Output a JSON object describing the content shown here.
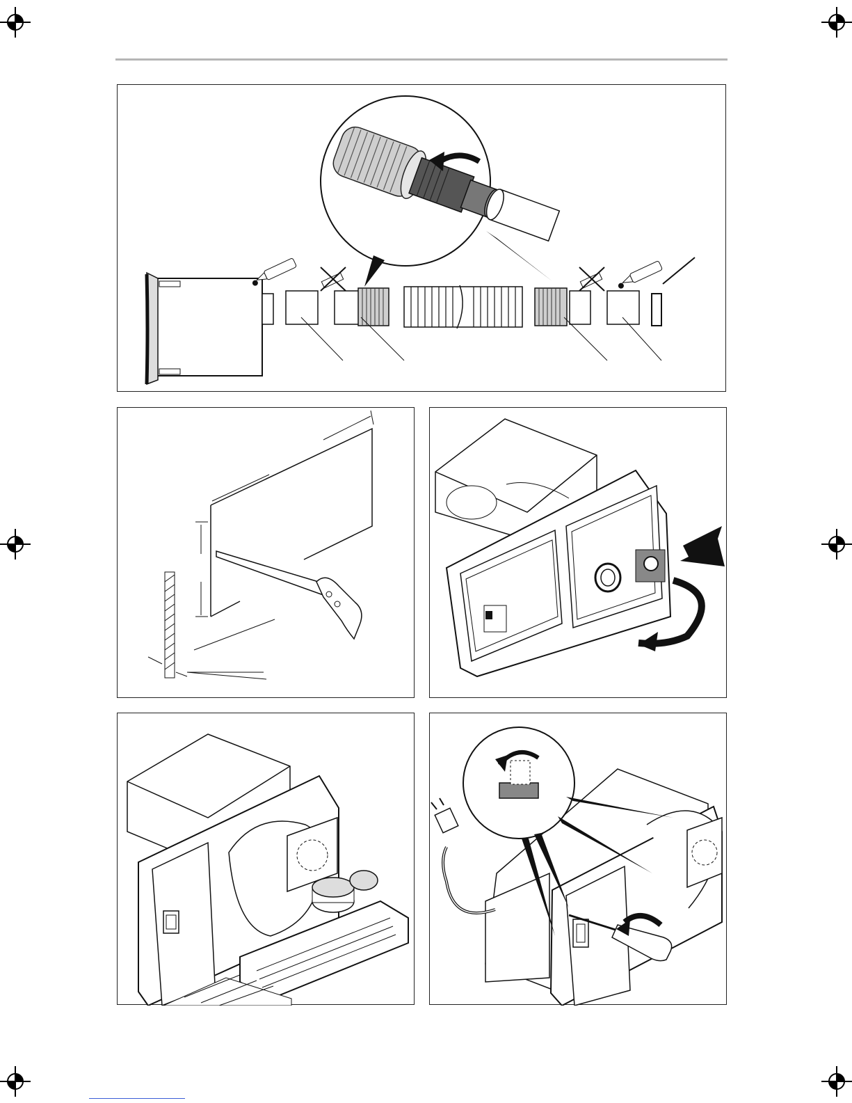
{
  "page": {
    "figures": [
      {
        "icon": "hose-duct-connection-illustration"
      },
      {
        "icon": "wall-cutout-saw-illustration"
      },
      {
        "icon": "front-panel-removal-illustration"
      },
      {
        "icon": "filter-grid-removal-illustration"
      },
      {
        "icon": "screwdriver-cable-illustration"
      }
    ],
    "registration_marks": [
      "registration-mark-icon"
    ],
    "colors": {
      "line": "#1a1a1a",
      "hose_dark": "#555555",
      "hose_light": "#cfcfcf",
      "rule": "#b5b5b5",
      "link": "#3b5bd6"
    }
  }
}
